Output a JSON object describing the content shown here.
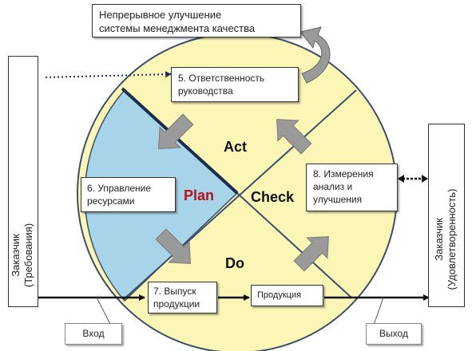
{
  "top_box": {
    "line1": "Непрерывное улучшение",
    "line2": "системы менеджмента качества"
  },
  "box5": {
    "line1": "5. Ответственность",
    "line2": "руководства"
  },
  "box6": {
    "line1": "6. Управление",
    "line2": "ресурсами"
  },
  "box7": {
    "line1": "7. Выпуск",
    "line2": "продукции"
  },
  "box8": {
    "line1": "8. Измерения",
    "line2": "анализ и",
    "line3": "улучшения"
  },
  "product": "Продукция",
  "quadrants": {
    "act": "Act",
    "check": "Check",
    "do": "Do",
    "plan": "Plan"
  },
  "left_customer": {
    "line1": "Заказчик",
    "line2": "(Требования)"
  },
  "right_customer": {
    "line1": "Заказчик",
    "line2": "(Удовлетворенность)"
  },
  "input_label": "Вход",
  "output_label": "Выход",
  "colors": {
    "circle_fill": "#fbf5b6",
    "plan_fill": "#a8d4ea",
    "plan_text": "#b3141c",
    "outline": "#3b4f6b",
    "arrow_gray": "#9a9a9a"
  }
}
